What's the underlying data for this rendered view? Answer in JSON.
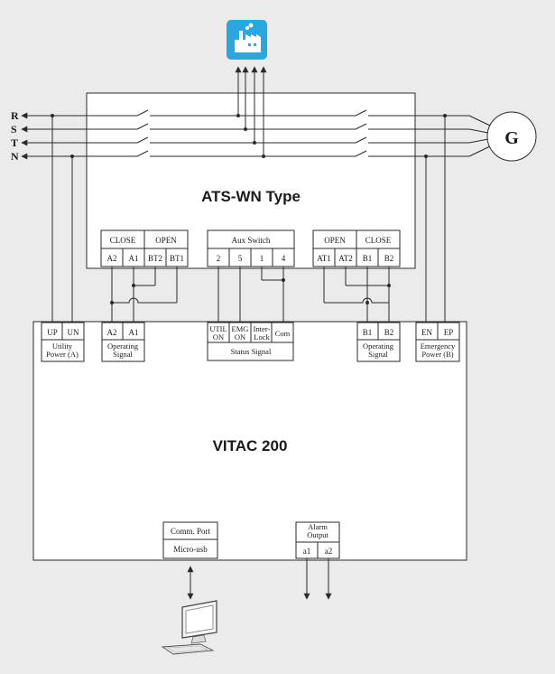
{
  "ats": {
    "title": "ATS-WN  Type"
  },
  "vitac": {
    "title": "VITAC 200"
  },
  "lines": [
    "R",
    "S",
    "T",
    "N"
  ],
  "generator": "G",
  "ats_terminals": {
    "close_a": {
      "header": "CLOSE",
      "pins": [
        "A2",
        "A1"
      ]
    },
    "open_a": {
      "header": "OPEN",
      "pins": [
        "BT2",
        "BT1"
      ]
    },
    "aux": {
      "header": "Aux Switch",
      "pins": [
        "2",
        "5",
        "1",
        "4"
      ]
    },
    "open_b": {
      "header": "OPEN",
      "pins": [
        "AT1",
        "AT2"
      ]
    },
    "close_b": {
      "header": "CLOSE",
      "pins": [
        "B1",
        "B2"
      ]
    }
  },
  "vitac_terminals": {
    "utility": {
      "pins": [
        "UP",
        "UN"
      ],
      "caption1": "Utility",
      "caption2": "Power (A)"
    },
    "op_a": {
      "pins": [
        "A2",
        "A1"
      ],
      "caption1": "Operating",
      "caption2": "Signal"
    },
    "status": {
      "pins": [
        [
          "UTIL",
          "ON"
        ],
        [
          "EMG",
          "ON"
        ],
        [
          "Inter-",
          "Lock"
        ],
        [
          "Com"
        ]
      ],
      "caption": "Status Signal"
    },
    "op_b": {
      "pins": [
        "B1",
        "B2"
      ],
      "caption1": "Operating",
      "caption2": "Signal"
    },
    "emergency": {
      "pins": [
        "EN",
        "EP"
      ],
      "caption1": "Emergency",
      "caption2": "Power (B)"
    }
  },
  "comm": {
    "header": "Comm. Port",
    "port": "Micro-usb"
  },
  "alarm": {
    "header1": "Alarm",
    "header2": "Output",
    "pins": [
      "a1",
      "a2"
    ]
  },
  "icons": {
    "load": "factory-icon",
    "pc": "computer-icon"
  },
  "colors": {
    "load_icon_bg": "#29a8e0",
    "background": "#ebebeb"
  }
}
